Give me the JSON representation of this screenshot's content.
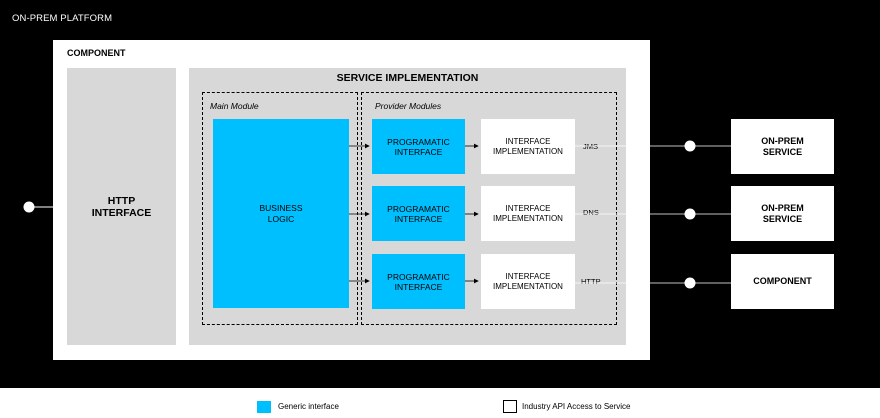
{
  "platform": {
    "title": "ON-PREM PLATFORM"
  },
  "component": {
    "title": "COMPONENT"
  },
  "http_interface": {
    "label": "HTTP\nINTERFACE"
  },
  "service_implementation": {
    "title": "SERVICE IMPLEMENTATION",
    "main_module": {
      "title": "Main Module",
      "business_logic": "BUSINESS\nLOGIC"
    },
    "provider_modules": {
      "title": "Provider Modules",
      "rows": [
        {
          "programatic": "PROGRAMATIC\nINTERFACE",
          "implementation": "INTERFACE\nIMPLEMENTATION",
          "protocol": "JMS"
        },
        {
          "programatic": "PROGRAMATIC\nINTERFACE",
          "implementation": "INTERFACE\nIMPLEMENTATION",
          "protocol": "DNS"
        },
        {
          "programatic": "PROGRAMATIC\nINTERFACE",
          "implementation": "INTERFACE\nIMPLEMENTATION",
          "protocol": "HTTP"
        }
      ]
    }
  },
  "external_targets": [
    {
      "label": "ON-PREM\nSERVICE"
    },
    {
      "label": "ON-PREM\nSERVICE"
    },
    {
      "label": "COMPONENT"
    }
  ],
  "legend": {
    "generic_interface": "Generic interface",
    "industry_api": "Industry API Access to Service"
  },
  "colors": {
    "platform_background": "#000000",
    "generic_interface": "#00bfff",
    "panel_gray": "#d8d8d8"
  }
}
